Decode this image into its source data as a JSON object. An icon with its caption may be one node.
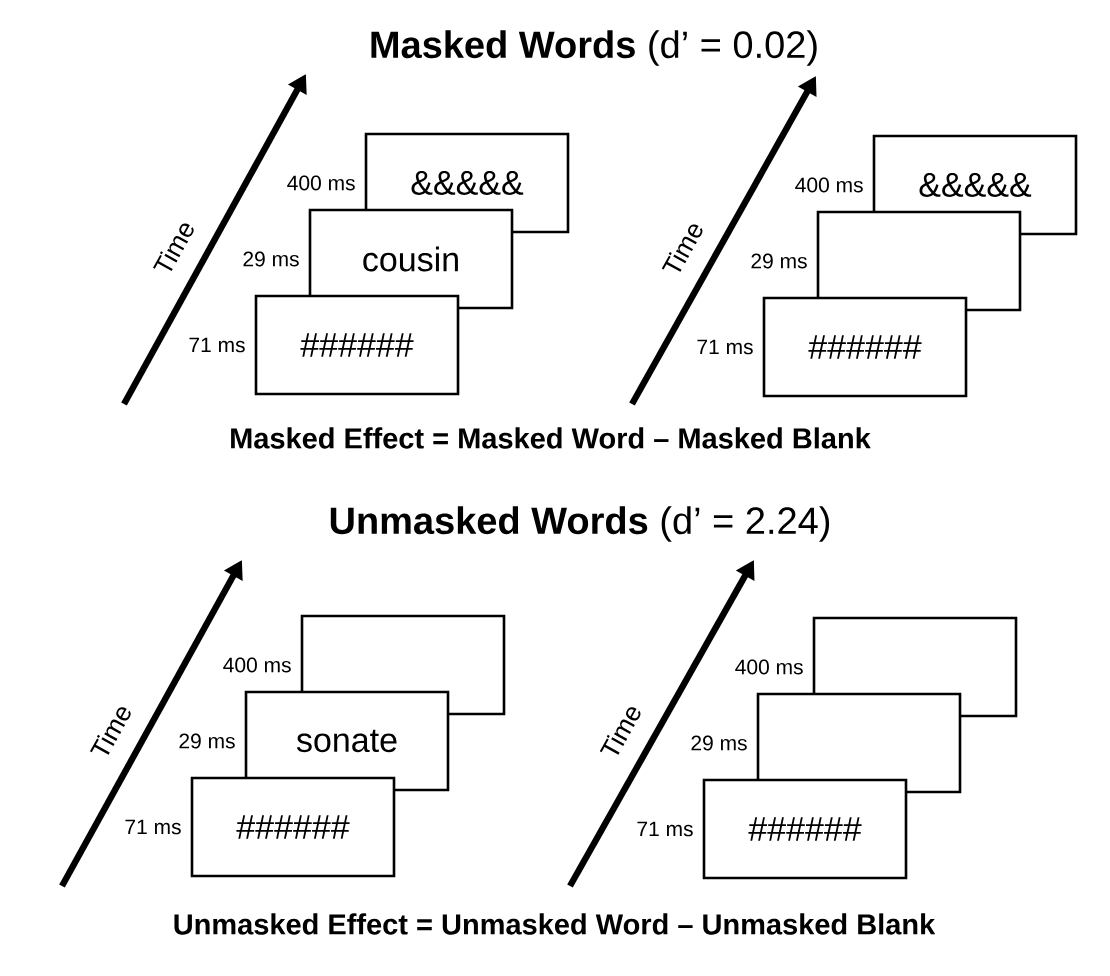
{
  "diagram": {
    "nodes": [
      {
        "text": [
          "&&&&&"
        ],
        "beside": [
          "400 ms"
        ]
      },
      {
        "text": [
          "cousin"
        ],
        "beside": [
          "29 ms"
        ]
      },
      {
        "text": [
          "######"
        ],
        "beside": [
          "71 ms"
        ]
      },
      {
        "text": [
          "&&&&&"
        ],
        "beside": [
          "400 ms"
        ]
      },
      {
        "text": [],
        "shape": "box",
        "beside": [
          "29 ms"
        ]
      },
      {
        "text": [
          "######"
        ],
        "beside": [
          "71 ms"
        ]
      },
      {
        "text": [],
        "shape": "box",
        "beside": [
          "400 ms"
        ]
      },
      {
        "text": [
          "sonate"
        ],
        "beside": [
          "29 ms"
        ]
      },
      {
        "text": [
          "######"
        ],
        "beside": [
          "71 ms"
        ]
      },
      {
        "text": [],
        "shape": "box",
        "beside": [
          "400 ms"
        ]
      },
      {
        "text": [],
        "shape": "box",
        "beside": [
          "29 ms"
        ]
      },
      {
        "text": [
          "######"
        ],
        "beside": [
          "71 ms"
        ]
      }
    ],
    "labels": [
      "**Masked Words** (d’ = 0.02)",
      "Time",
      "Time",
      "Masked Effect = Masked Word – Masked Blank",
      "**Unmasked Words** (d’ = 2.24)",
      "Time",
      "Time",
      "Unmasked Effect = Unmasked Word – Unmasked Blank"
    ]
  }
}
